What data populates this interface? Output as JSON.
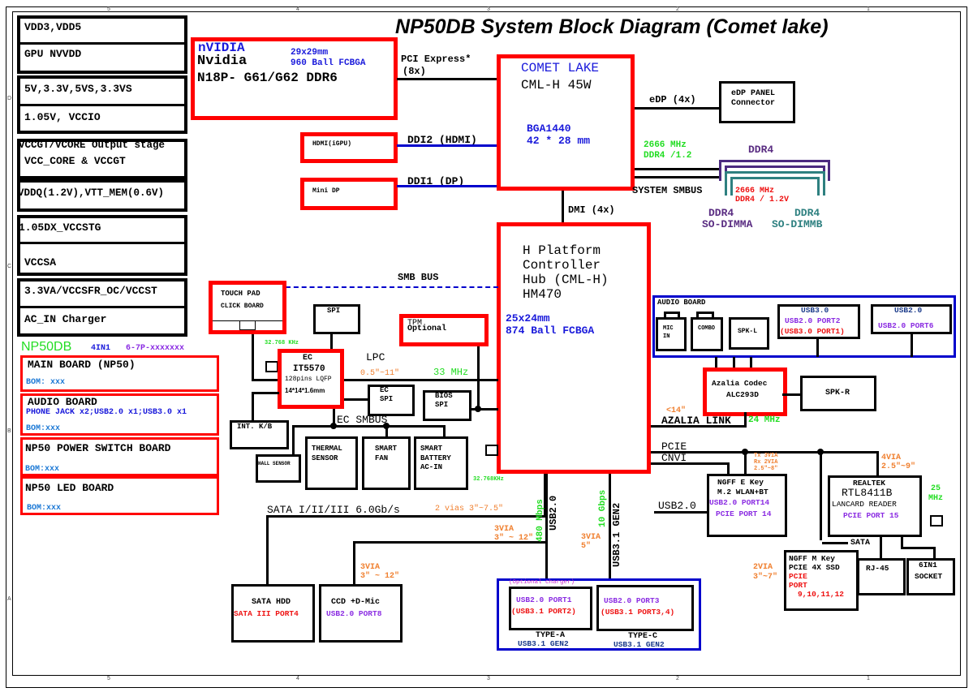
{
  "title": "NP50DB System Block Diagram (Comet lake)",
  "zone_ticks": {
    "top": [
      "5",
      "4",
      "3",
      "2",
      "1"
    ],
    "bottom": [
      "5",
      "4",
      "3",
      "2",
      "1"
    ],
    "left": [
      "D",
      "C",
      "B",
      "A"
    ]
  },
  "power_rails": [
    "VDD3,VDD5",
    "GPU NVVDD",
    "5V,3.3V,5VS,3.3VS",
    "1.05V, VCCIO",
    "VCCGT/VCORE Output stage",
    "VCC_CORE & VCCGT",
    "VDDQ(1.2V),VTT_MEM(0.6V)",
    "1.05DX_VCCSTG",
    "VCCSA",
    "3.3VA/VCCSFR_OC/VCCST",
    "AC_IN Charger"
  ],
  "board_info": {
    "name": "NP50DB",
    "variant": "4IN1",
    "pn": "6-7P-xxxxxxx"
  },
  "boards": [
    {
      "name": "MAIN BOARD   (NP50)",
      "detail": "",
      "bom": "BOM: xxx"
    },
    {
      "name": "AUDIO BOARD",
      "detail": "PHONE JACK x2;USB2.0 x1;USB3.0 x1",
      "bom": "BOM:xxx"
    },
    {
      "name": "NP50 POWER SWITCH BOARD",
      "detail": "",
      "bom": "BOM:xxx"
    },
    {
      "name": "NP50 LED BOARD",
      "detail": "",
      "bom": "BOM:xxx"
    }
  ],
  "gpu": {
    "brand": "nVIDIA",
    "line2": "Nvidia",
    "model": "N18P- G61/G62 DDR6",
    "size": "29x29mm",
    "package": "960 Ball FCBGA"
  },
  "cpu": {
    "name": "COMET LAKE",
    "model": "CML-H 45W",
    "package": "BGA1440",
    "size": "42 * 28 mm"
  },
  "pch": {
    "line1": "H Platform",
    "line2": "Controller",
    "line3": "Hub (CML-H)",
    "line4": "HM470",
    "size": "25x24mm",
    "package": "874 Ball FCBGA"
  },
  "links": {
    "pcie": "PCI Express*",
    "pcie_width": "(8x)",
    "ddi2": "DDI2 (HDMI)",
    "ddi1": "DDI1 (DP)",
    "edp": "eDP (4x)",
    "dmi": "DMI (4x)",
    "system_smbus": "SYSTEM SMBUS",
    "smb_bus": "SMB BUS",
    "lpc": "LPC",
    "lpc_len": "0.5\"~11\"",
    "lpc_clk": "33 MHz",
    "ec_smbus": "EC SMBUS",
    "sata": "SATA I/II/III 6.0Gb/s",
    "sata_len": "2 vias 3\"~7.5\"",
    "azalia": "AZALIA LINK",
    "azalia_len": "<14\"",
    "azalia_clk": "24 MHz",
    "pcie_right": "PCIE",
    "cnvi": "CNVI",
    "usb20_left": "USB2.0",
    "usb20_vert": "USB2.0",
    "usb20_speed": "480 Mbps",
    "usb31_vert": "USB3.1 GEN2",
    "usb31_speed": "10 Gbps",
    "via_3_12_a": "3VIA",
    "via_3_12_a2": "3\" ~ 12\"",
    "via_3_12_b": "3VIA",
    "via_3_12_b2": "3\" ~ 12\"",
    "via_5": "3VIA",
    "via_5b": "5\"",
    "wlan_tx": "Tx 3VIA",
    "wlan_rx": "Rx 2VIA",
    "wlan_len": "2.5\"~8\"",
    "lan_via": "4VIA",
    "lan_len": "2.5\"~9\"",
    "ssd_via": "2VIA",
    "ssd_len": "3\"~7\"",
    "sata_small": "SATA",
    "rtc_clk": "32.768 KHz",
    "pch_clk": "32.768KHz",
    "lan_clk1": "25",
    "lan_clk2": "MHz"
  },
  "memory": {
    "speed": "2666 MHz",
    "spec": "DDR4 /1.2",
    "label": "DDR4",
    "speed2": "2666 MHz",
    "spec2": "DDR4 / 1.2V",
    "dimm_a1": "DDR4",
    "dimm_a2": "SO-DIMMA",
    "dimm_b1": "DDR4",
    "dimm_b2": "SO-DIMMB"
  },
  "blocks": {
    "hdmi": "HDMI(iGPU)",
    "minidp": "Mini DP",
    "edp_panel1": "eDP PANEL",
    "edp_panel2": "Connector",
    "touchpad1": "TOUCH PAD",
    "touchpad2": "CLICK BOARD",
    "spi": "SPI",
    "tpm1": "TPM",
    "tpm2": "Optional",
    "ec1": "EC",
    "ec2": "IT5570",
    "ec3": "128pins LQFP",
    "ec4": "14*14*1.6mm",
    "ec_spi1": "EC",
    "ec_spi2": "SPI",
    "bios_spi1": "BIOS",
    "bios_spi2": "SPI",
    "kb": "INT. K/B",
    "hall": "HALL SENSOR",
    "thermal1": "THERMAL",
    "thermal2": "SENSOR",
    "fan1": "SMART",
    "fan2": "FAN",
    "batt1": "SMART",
    "batt2": "BATTERY",
    "batt3": "AC-IN",
    "hdd1": "SATA HDD",
    "hdd2": "SATA III PORT4",
    "ccd1": "CCD +D-Mic",
    "ccd2": "USB2.0 PORT8",
    "usb_opt": "(Optional charger)",
    "typea1": "USB2.0 PORT1",
    "typea2": "(USB3.1 PORT2)",
    "typea_label": "TYPE-A",
    "typea_sub": "USB3.1 GEN2",
    "typec1": "USB2.0 PORT3",
    "typec2": "(USB3.1 PORT3,4)",
    "typec_label": "TYPE-C",
    "typec_sub": "USB3.1 GEN2",
    "audio_board": "AUDIO BOARD",
    "mic1": "MIC",
    "mic2": "IN",
    "combo": "COMBO",
    "spkl": "SPK-L",
    "usb30_title": "USB3.0",
    "usb30_p1": "USB2.0 PORT2",
    "usb30_p2": "(USB3.0 PORT1)",
    "usb20_title": "USB2.0",
    "usb20_p1": "USB2.0 PORT6",
    "codec1": "Azalia Codec",
    "codec2": "ALC293D",
    "spkr": "SPK-R",
    "wlan1": "NGFF E Key",
    "wlan2": "M.2 WLAN+BT",
    "wlan3": "USB2.0 PORT14",
    "wlan4": "PCIE PORT 14",
    "lan1": "REALTEK",
    "lan2": "RTL8411B",
    "lan3": "LANCARD READER",
    "lan4": "PCIE PORT 15",
    "ssd1": "NGFF M Key",
    "ssd2": "PCIE 4X SSD",
    "ssd3": "PCIE",
    "ssd4": "PORT",
    "ssd5": "9,10,11,12",
    "rj45": "RJ-45",
    "sock1": "6IN1",
    "sock2": "SOCKET"
  }
}
